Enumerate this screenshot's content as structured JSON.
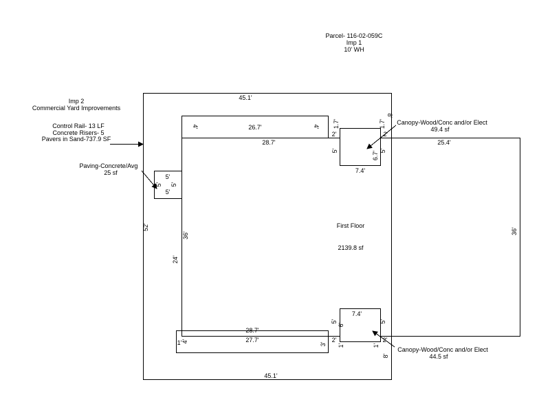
{
  "header": {
    "parcel": "Parcel- 116-02-059C",
    "imp": "Imp 1",
    "wall_height": "10' WH"
  },
  "imp2": {
    "title": "Imp 2",
    "subtitle": "Commercial Yard Improvements",
    "items": [
      "Control Rail- 13 LF",
      "Concrete Risers- 5",
      "Pavers in Sand-737.9 SF"
    ]
  },
  "paving": {
    "label": "Paving-Concrete/Avg",
    "area": "25 sf"
  },
  "canopy_top": {
    "label": "Canopy-Wood/Conc and/or Elect",
    "area": "49.4 sf"
  },
  "canopy_bottom": {
    "label": "Canopy-Wood/Conc and/or Elect",
    "area": "44.5 sf"
  },
  "first_floor": {
    "label": "First Floor",
    "area": "2139.8 sf"
  },
  "dims": {
    "outer_top": "45.1'",
    "outer_bottom": "45.1'",
    "outer_left": "52'",
    "strip_top": "26.7'",
    "strip_top_left": "4'",
    "strip_top_right": "4'",
    "bldg_top_left": "28.7'",
    "bldg_top_right": "25.4'",
    "bldg_right": "36'",
    "bldg_left": "36'",
    "yard_left": "24'",
    "bldg_bottom_left": "28.7'",
    "strip_bottom": "27.7'",
    "strip_bottom_left_a": "1'",
    "strip_bottom_left_b": "4'",
    "strip_bottom_right": "3'",
    "pave_top": "5'",
    "pave_right": "5'",
    "pave_bottom": "5'",
    "pave_left": "5'",
    "ct_bottom": "7.4'",
    "ct_left": "5'",
    "ct_right": "5'",
    "ct_inner": "6.7'",
    "ct_upper_left": "1.7'",
    "ct_upper_right": "1.7'",
    "ct_upper_right_b": "8'",
    "ct_gap_left": "2'",
    "ct_gap_right": "2'",
    "cb_top": "7.4'",
    "cb_left": "5'",
    "cb_right": "5'",
    "cb_inner": "6'",
    "cb_gap_left": "2'",
    "cb_gap_right": "2'",
    "cb_lower_left": "1'",
    "cb_lower_right": "1'",
    "cb_lower_right_b": "8'"
  }
}
